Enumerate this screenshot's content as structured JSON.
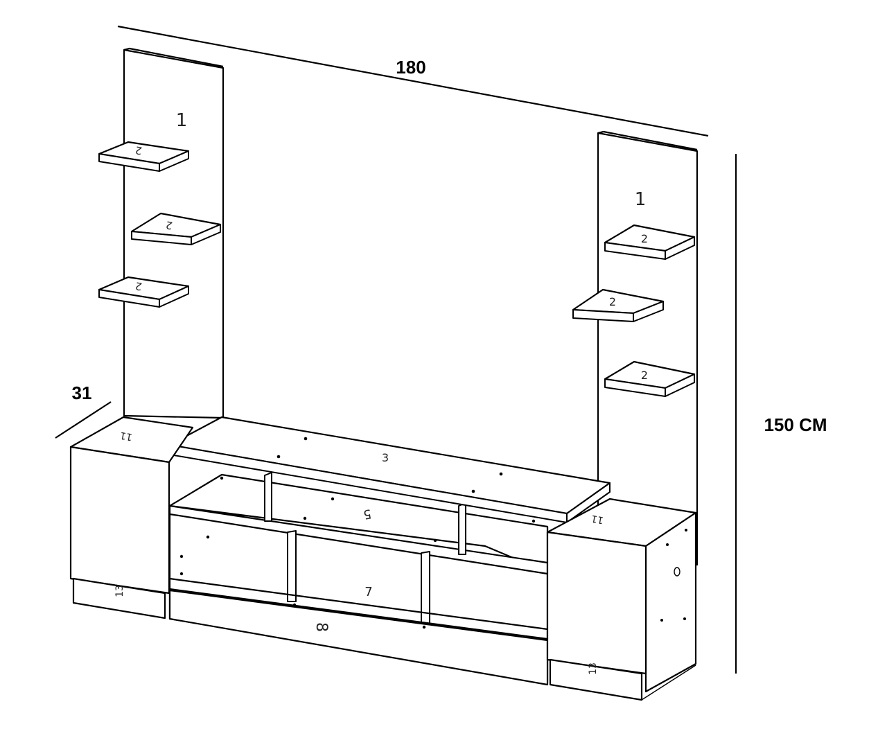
{
  "dimensions": {
    "width_label": "180",
    "depth_label": "31",
    "height_label": "150 CM"
  },
  "part_labels": {
    "side_panel": "1",
    "wall_shelf": "2",
    "top_board": "3",
    "middle_shelf": "5",
    "bottom_shelf": "7",
    "base_plinth": "8",
    "cabinet_top": "11",
    "cabinet_base": "13"
  }
}
